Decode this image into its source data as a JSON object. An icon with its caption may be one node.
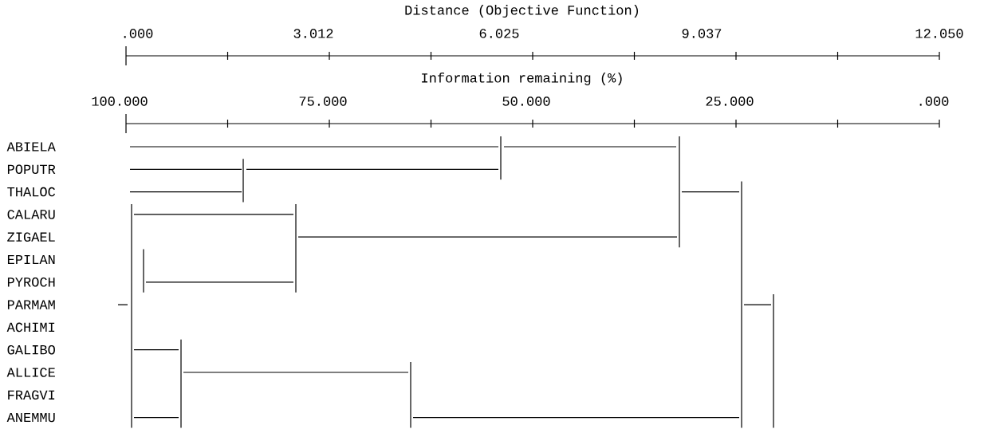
{
  "diagram": {
    "labels": [
      "Distance (Objective Function)",
      ".000",
      "3.012",
      "6.025",
      "9.037",
      "12.050",
      "Information remaining (%)",
      "100.000",
      "75.000",
      "50.000",
      "25.000",
      ".000",
      "ABIELA",
      "POPUTR",
      "THALOC",
      "CALARU",
      "ZIGAEL",
      "EPILAN",
      "PYROCH",
      "PARMAM",
      "ACHIMI",
      "GALIBO",
      "ALLICE",
      "FRAGVI",
      "ANEMMU"
    ]
  }
}
